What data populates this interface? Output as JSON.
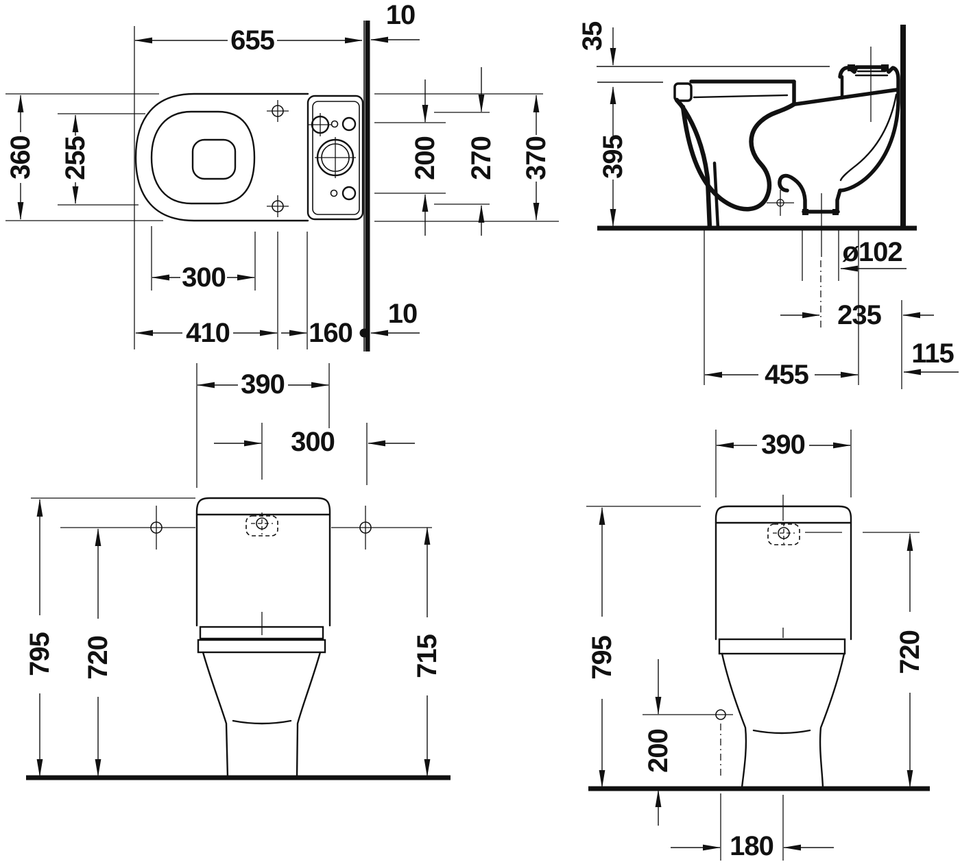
{
  "colors": {
    "background": "#ffffff",
    "ink": "#111111"
  },
  "views": {
    "plan": {
      "title": "plan-view",
      "dims": {
        "overall_width": "655",
        "wall_offset_top": "10",
        "overall_depth": "360",
        "rim_inner_depth": "255",
        "rim_inner_length": "300",
        "front_to_cistern": "410",
        "cistern_depth": "160",
        "wall_offset_bottom": "10",
        "fixing_rows_gap": "200",
        "cistern_inner_depth": "270",
        "cistern_outer_depth": "370"
      }
    },
    "side": {
      "title": "side-section-view",
      "dims": {
        "seat_step": "35",
        "rim_height": "395",
        "outlet_diameter": "ø102",
        "outlet_to_wall": "235",
        "front_to_outlet": "455",
        "wall_margin": "115"
      }
    },
    "front": {
      "title": "front-view",
      "dims": {
        "tank_width": "390",
        "center_to_hole": "300",
        "total_height": "795",
        "hole_height_left": "720",
        "hole_height_right": "715"
      }
    },
    "rear": {
      "title": "rear-view",
      "dims": {
        "tank_width": "390",
        "total_height": "795",
        "hole_height": "720",
        "side_hole_height": "200",
        "hole_to_center": "180"
      }
    }
  }
}
